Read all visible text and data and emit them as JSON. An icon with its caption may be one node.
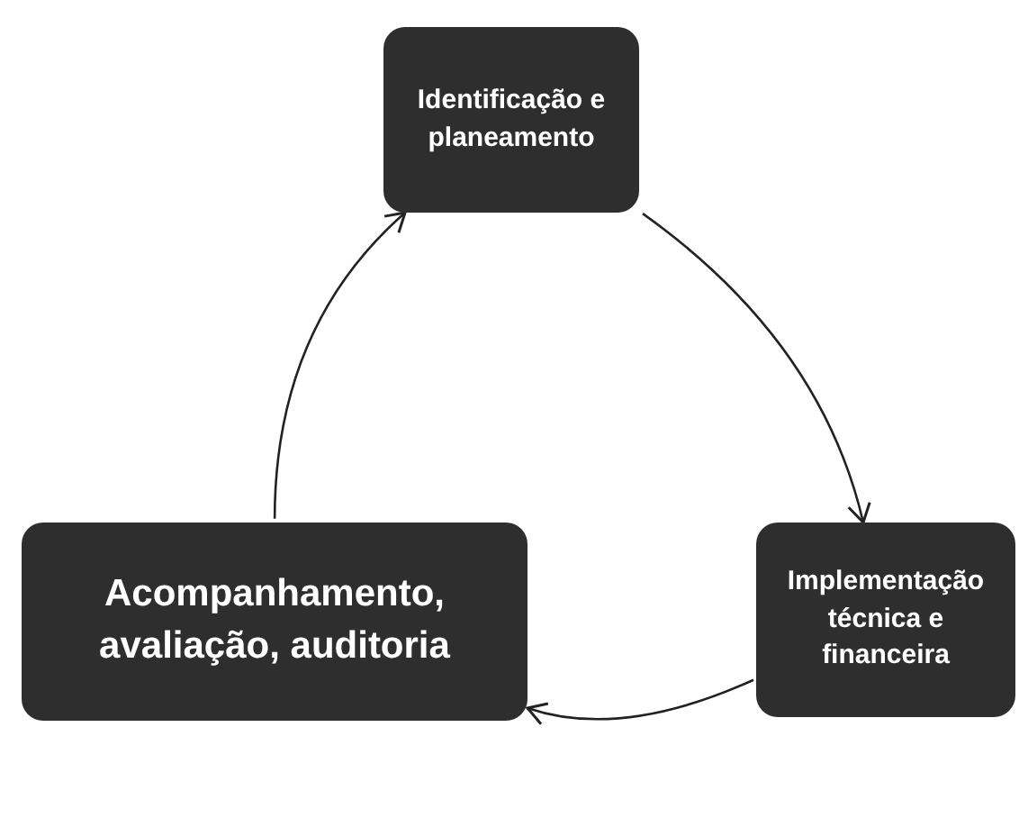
{
  "diagram": {
    "nodes": [
      {
        "text": [
          "Identificação e planeamento"
        ]
      },
      {
        "text": [
          "Implementação técnica e financeira"
        ]
      },
      {
        "text": [
          "Acompanhamento, avaliação, auditoria"
        ]
      }
    ],
    "edges": [
      {
        "from": 0,
        "to": 1,
        "arrow": "to"
      },
      {
        "from": 1,
        "to": 2,
        "arrow": "to"
      },
      {
        "from": 2,
        "to": 0,
        "arrow": "to"
      }
    ]
  }
}
